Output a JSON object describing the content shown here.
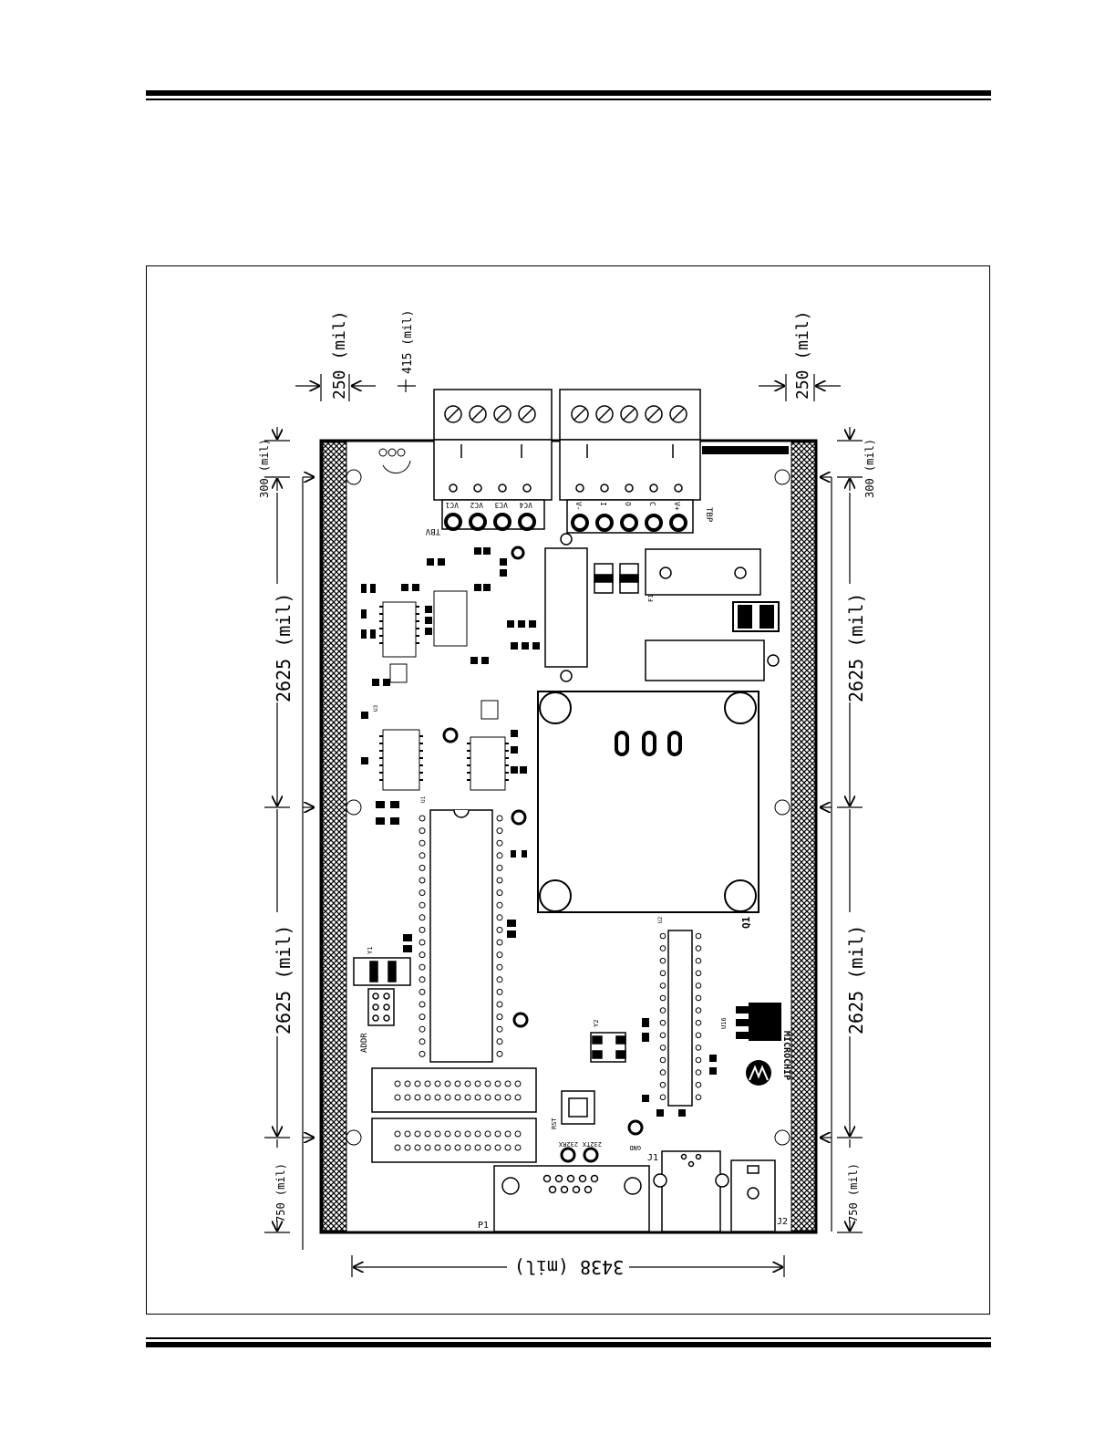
{
  "drawing": {
    "dimensions": {
      "top_left_250": "250 (mil)",
      "top_left_415": "415 (mil)",
      "top_right_250": "250 (mil)",
      "left_300": "300 (mil)",
      "left_2625_a": "2625 (mil)",
      "left_2625_b": "2625 (mil)",
      "left_750": "750 (mil)",
      "right_300": "300 (mil)",
      "right_2625_a": "2625 (mil)",
      "right_2625_b": "2625 (mil)",
      "right_750": "750 (mil)",
      "bottom_3438": "3438 (mil)"
    },
    "labels": {
      "tbv": "TBV",
      "tbp": "TBP",
      "tbv_pins": [
        "VC1",
        "VC2",
        "VC3",
        "VC4"
      ],
      "tbp_pins": [
        "V-",
        "I",
        "O",
        "C",
        "V+"
      ],
      "q1": "Q1",
      "p1": "P1",
      "j1": "J1",
      "j2": "J2",
      "rst": "RST",
      "gnd": "GND",
      "rs232rx": "232RX",
      "rs232tx": "232TX",
      "addr": "ADDR",
      "y1": "Y1",
      "y2": "Y2",
      "f1": "F1",
      "u1": "U1",
      "u2": "U2",
      "u3": "U3",
      "u16": "U16",
      "logo": "MICROCHIP"
    }
  }
}
